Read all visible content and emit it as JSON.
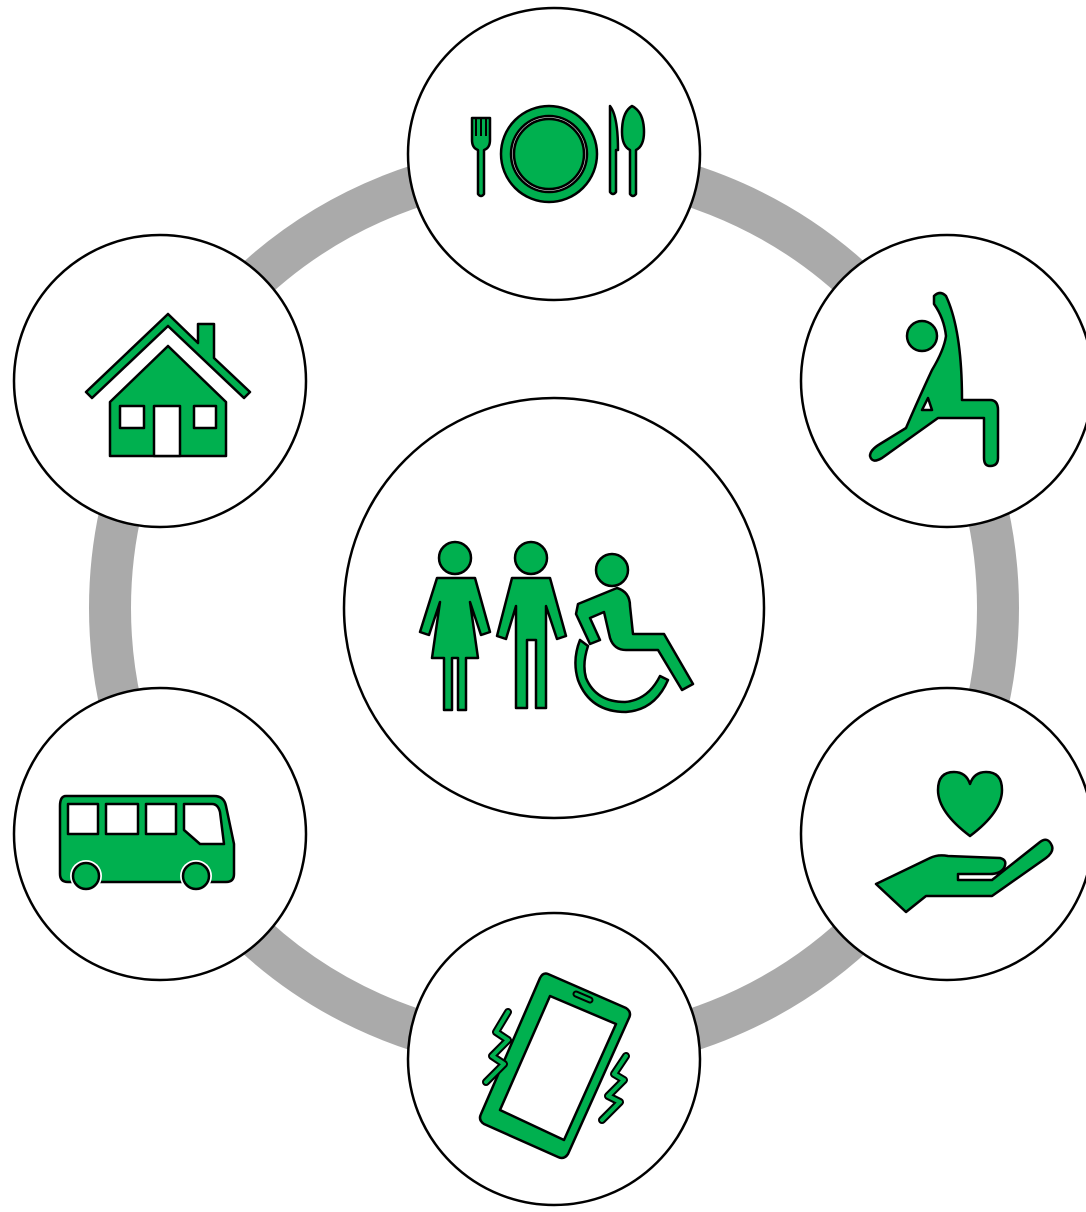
{
  "diagram": {
    "ring_color": "#aaaaaa",
    "icon_fill": "#00b04f",
    "stroke_color": "#000000",
    "background": "#ffffff",
    "center": {
      "icon": "people-accessibility-icon"
    },
    "nodes": [
      {
        "id": "food",
        "icon": "plate-cutlery-icon"
      },
      {
        "id": "exercise",
        "icon": "stretching-person-icon"
      },
      {
        "id": "care",
        "icon": "heart-in-hand-icon"
      },
      {
        "id": "phone",
        "icon": "vibrating-phone-icon"
      },
      {
        "id": "transport",
        "icon": "bus-icon"
      },
      {
        "id": "home",
        "icon": "house-icon"
      }
    ]
  }
}
